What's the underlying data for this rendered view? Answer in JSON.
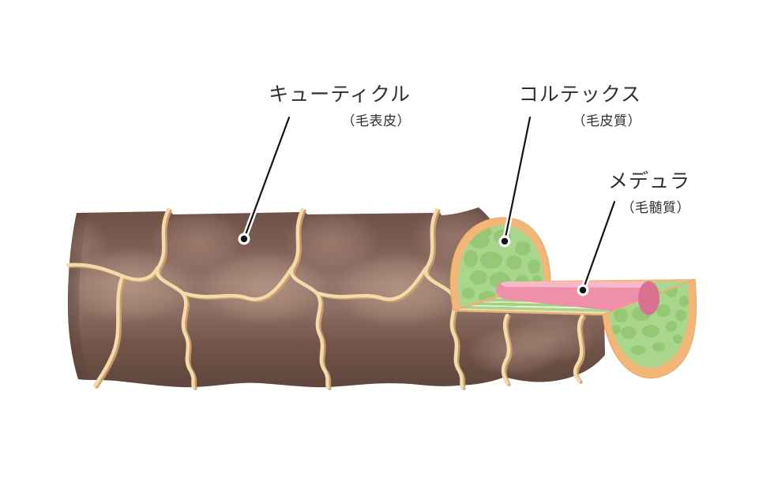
{
  "figure": {
    "title": "hair-shaft-structure-diagram",
    "labels": {
      "cuticle": {
        "name": "キューティクル",
        "sub": "（毛表皮）"
      },
      "cortex": {
        "name": "コルテックス",
        "sub": "（毛皮質）"
      },
      "medulla": {
        "name": "メデュラ",
        "sub": "（毛髄質）"
      }
    },
    "colors": {
      "background": "#ffffff",
      "text": "#2f2f2f",
      "leader_line": "#141414",
      "leader_halo": "#ffffff",
      "shaft_brown_dark": "#5f463d",
      "shaft_brown_mid": "#8a6a5e",
      "shaft_brown_light": "#9b7f72",
      "scale_edge_cream": "#f3dcab",
      "scale_edge_shadow": "#d2a06b",
      "rim_orange": "#f2b678",
      "rim_orange_edge": "#eaa968",
      "cortex_green": "#a9d58c",
      "cortex_cell_green": "#95c875",
      "cut_surface_cream": "#f5dcab",
      "medulla_pink": "#ee90ac",
      "medulla_pink_light": "#f6b9c8",
      "medulla_pink_dark": "#da7191"
    }
  }
}
